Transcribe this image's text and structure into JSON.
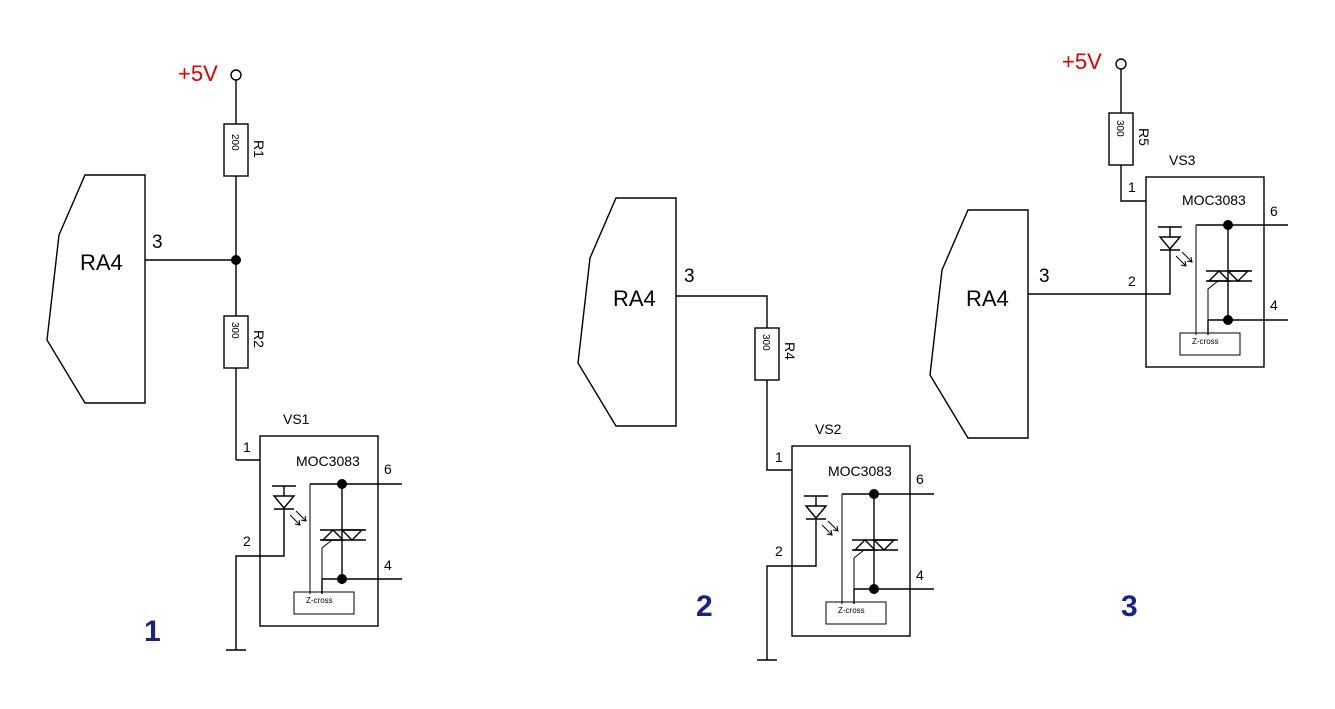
{
  "colors": {
    "power": "#e00000",
    "variant_number": "#1a237e",
    "wire": "#000000"
  },
  "circuits": [
    {
      "number": "1",
      "port": {
        "label": "RA4",
        "pin": "3"
      },
      "power": "+5V",
      "resistors": [
        {
          "name": "R1",
          "value": "200"
        },
        {
          "name": "R2",
          "value": "300"
        }
      ],
      "optocoupler": {
        "name": "VS1",
        "part": "MOC3083",
        "pins": [
          "1",
          "2",
          "6",
          "4"
        ],
        "zero_cross": "Z-cross"
      }
    },
    {
      "number": "2",
      "port": {
        "label": "RA4",
        "pin": "3"
      },
      "resistors": [
        {
          "name": "R4",
          "value": "300"
        }
      ],
      "optocoupler": {
        "name": "VS2",
        "part": "MOC3083",
        "pins": [
          "1",
          "2",
          "6",
          "4"
        ],
        "zero_cross": "Z-cross"
      }
    },
    {
      "number": "3",
      "port": {
        "label": "RA4",
        "pin": "3"
      },
      "power": "+5V",
      "resistors": [
        {
          "name": "R5",
          "value": "300"
        }
      ],
      "optocoupler": {
        "name": "VS3",
        "part": "MOC3083",
        "pins": [
          "1",
          "2",
          "6",
          "4"
        ],
        "zero_cross": "Z-cross"
      }
    }
  ]
}
